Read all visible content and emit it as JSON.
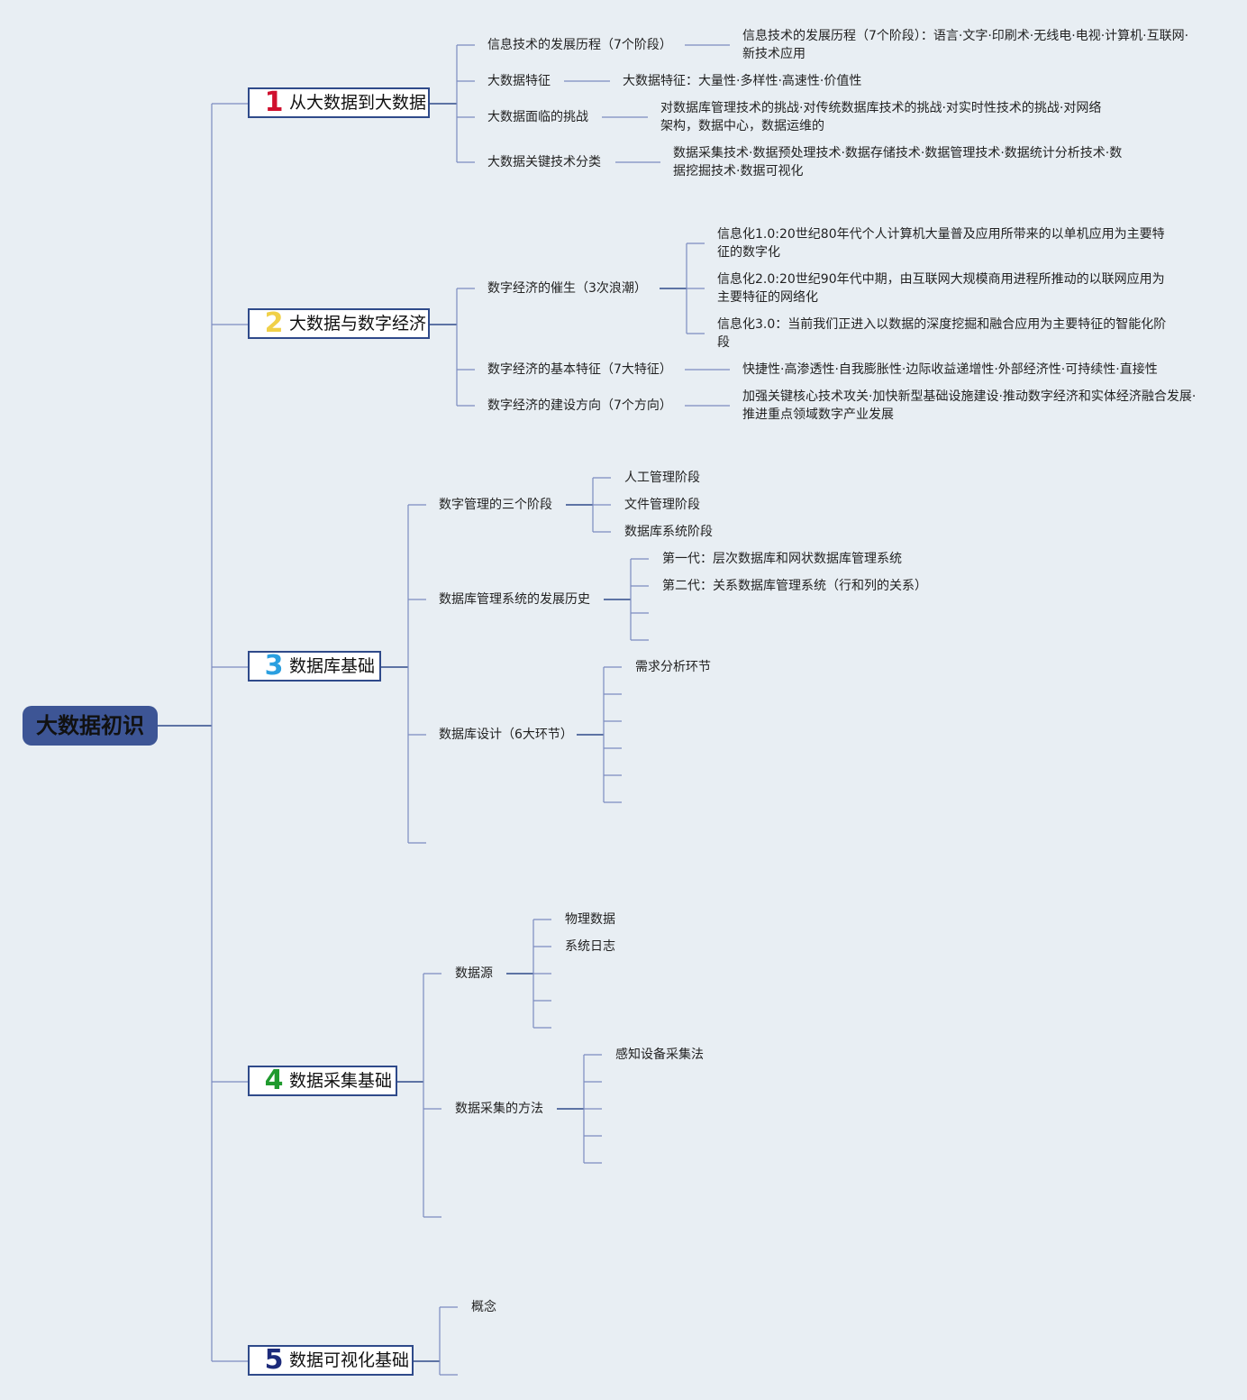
{
  "root": {
    "title": "大数据初识"
  },
  "main_topics": [
    {
      "number": "1",
      "number_color": "#d0102e",
      "title": "从大数据到大数据"
    },
    {
      "number": "2",
      "number_color": "#f0d048",
      "title": "大数据与数字经济"
    },
    {
      "number": "3",
      "number_color": "#2a9fe0",
      "title": "数据库基础"
    },
    {
      "number": "4",
      "number_color": "#1f9a2e",
      "title": "数据采集基础"
    },
    {
      "number": "5",
      "number_color": "#1c2a7a",
      "title": "数据可视化基础"
    }
  ],
  "topic1": {
    "sub": [
      "信息技术的发展历程（7个阶段）",
      "大数据特征",
      "大数据面临的挑战",
      "大数据关键技术分类"
    ],
    "details": [
      "信息技术的发展历程（7个阶段）：语言·文字·印刷术·无线电·电视·计算机·互联网·新技术应用",
      "大数据特征：大量性·多样性·高速性·价值性",
      "对数据库管理技术的挑战·对传统数据库技术的挑战·对实时性技术的挑战·对网络架构，数据中心，数据运维的",
      "数据采集技术·数据预处理技术·数据存储技术·数据管理技术·数据统计分析技术·数据挖掘技术·数据可视化"
    ]
  },
  "topic2": {
    "sub": [
      "数字经济的催生（3次浪潮）",
      "数字经济的基本特征（7大特征）",
      "数字经济的建设方向（7个方向）"
    ],
    "waves": [
      "信息化1.0:20世纪80年代个人计算机大量普及应用所带来的以单机应用为主要特征的数字化",
      "信息化2.0:20世纪90年代中期，由互联网大规模商用进程所推动的以联网应用为主要特征的网络化",
      "信息化3.0：当前我们正进入以数据的深度挖掘和融合应用为主要特征的智能化阶段"
    ],
    "features": "快捷性·高渗透性·自我膨胀性·边际收益递增性·外部经济性·可持续性·直接性",
    "directions": "加强关键核心技术攻关·加快新型基础设施建设·推动数字经济和实体经济融合发展·推进重点领域数字产业发展"
  },
  "topic3": {
    "sub": [
      "数字管理的三个阶段",
      "数据库管理系统的发展历史",
      "数据库设计（6大环节）"
    ],
    "stages": [
      "人工管理阶段",
      "文件管理阶段",
      "数据库系统阶段"
    ],
    "history": [
      "第一代：层次数据库和网状数据库管理系统",
      "第二代：关系数据库管理系统（行和列的关系）"
    ],
    "design": [
      "需求分析环节"
    ]
  },
  "topic4": {
    "sub": [
      "数据源",
      "数据采集的方法"
    ],
    "sources": [
      "物理数据",
      "系统日志"
    ],
    "methods": [
      "感知设备采集法"
    ]
  },
  "topic5": {
    "sub": [
      "概念"
    ]
  }
}
